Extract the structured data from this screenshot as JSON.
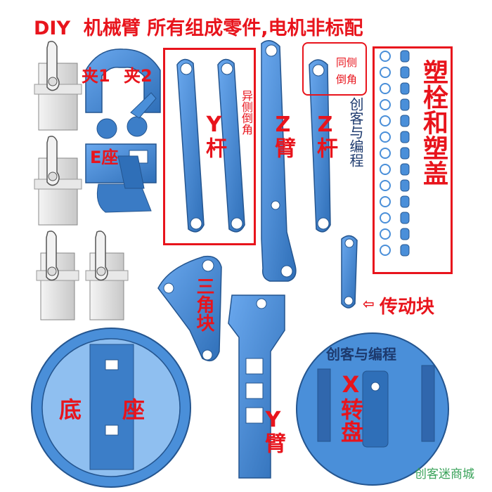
{
  "title": "DIY  机械臂 所有组成零件,电机非标配",
  "labels": {
    "clip1": "夹1",
    "clip2": "夹2",
    "e_base": "E座",
    "y_rod": "Y杆",
    "opposite_chamfer": "异侧倒角",
    "z_arm": "Z臂",
    "z_rod": "Z杆",
    "same_chamfer_1": "同侧",
    "same_chamfer_2": "倒角",
    "side_watermark": "创客与编程",
    "plugs": "塑栓和塑盖",
    "triangle": "三角块",
    "transmission": "传动块",
    "base": "底座",
    "y_arm": "Y臂",
    "x_turntable": "X转盘",
    "turntable_brand": "创客与编程",
    "arrow": "⇦",
    "corner_brand": "创客迷商城"
  },
  "colors": {
    "part_blue": "#4a8fd9",
    "part_dark": "#2a5f9e",
    "label_red": "#e8141c",
    "servo_gray": "#dcdcdc"
  }
}
